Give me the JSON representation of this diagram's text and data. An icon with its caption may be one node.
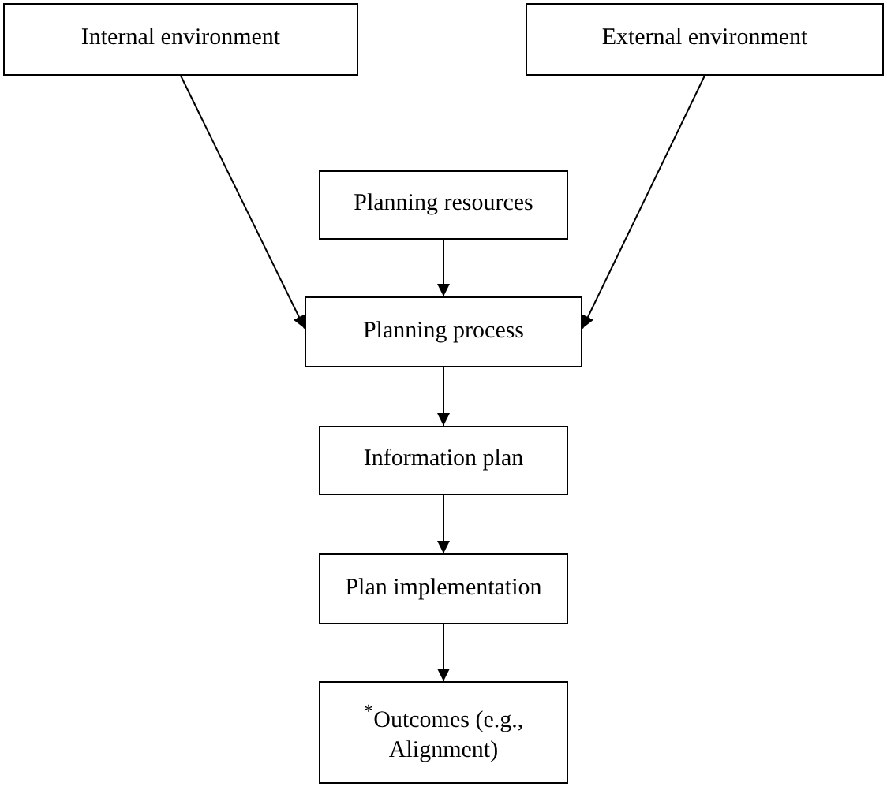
{
  "diagram": {
    "nodes": [
      {
        "text": [
          "Internal environment"
        ]
      },
      {
        "text": [
          "External environment"
        ]
      },
      {
        "text": [
          "Planning resources"
        ]
      },
      {
        "text": [
          "Planning process"
        ]
      },
      {
        "text": [
          "Information plan"
        ]
      },
      {
        "text": [
          "Plan implementation"
        ]
      },
      {
        "text": [
          "$^{*}$Outcomes (e.g., Alignment)"
        ]
      }
    ],
    "edges": [
      {
        "from": 0,
        "to": 3,
        "arrow": "to"
      },
      {
        "from": 1,
        "to": 3,
        "arrow": "to"
      },
      {
        "from": 2,
        "to": 3,
        "arrow": "to"
      },
      {
        "from": 3,
        "to": 4,
        "arrow": "to"
      },
      {
        "from": 4,
        "to": 5,
        "arrow": "to"
      },
      {
        "from": 5,
        "to": 6,
        "arrow": "to"
      }
    ]
  }
}
